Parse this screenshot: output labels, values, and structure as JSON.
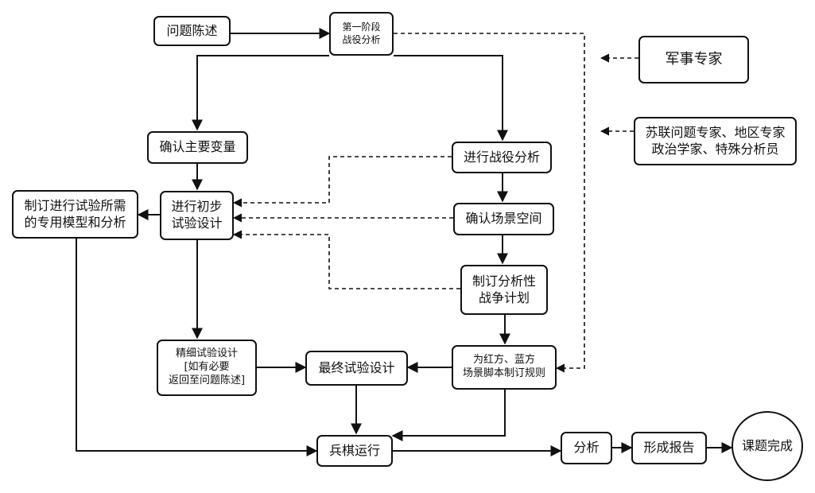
{
  "nodes": {
    "problem_statement": {
      "lines": [
        "问题陈述"
      ]
    },
    "phase1_campaign": {
      "lines": [
        "第一阶段",
        "战役分析"
      ]
    },
    "military_experts": {
      "lines": [
        "军事专家"
      ]
    },
    "soviet_experts": {
      "lines": [
        "苏联问题专家、地区专家",
        "政治学家、特殊分析员"
      ]
    },
    "main_variables": {
      "lines": [
        "确认主要变量"
      ]
    },
    "campaign_analysis": {
      "lines": [
        "进行战役分析"
      ]
    },
    "special_models": {
      "lines": [
        "制订进行试验所需",
        "的专用模型和分析"
      ]
    },
    "preliminary_design": {
      "lines": [
        "进行初步",
        "试验设计"
      ]
    },
    "scenario_space": {
      "lines": [
        "确认场景空间"
      ]
    },
    "war_plan": {
      "lines": [
        "制订分析性",
        "战争计划"
      ]
    },
    "refined_design": {
      "lines": [
        "精细试验设计",
        "[如有必要",
        "返回至问题陈述]"
      ]
    },
    "final_design": {
      "lines": [
        "最终试验设计"
      ]
    },
    "red_blue_rules": {
      "lines": [
        "为红方、蓝方",
        "场景脚本制订规则"
      ]
    },
    "wargame_run": {
      "lines": [
        "兵棋运行"
      ]
    },
    "analysis": {
      "lines": [
        "分析"
      ]
    },
    "report": {
      "lines": [
        "形成报告"
      ]
    },
    "complete": {
      "lines": [
        "课题完成"
      ]
    }
  }
}
